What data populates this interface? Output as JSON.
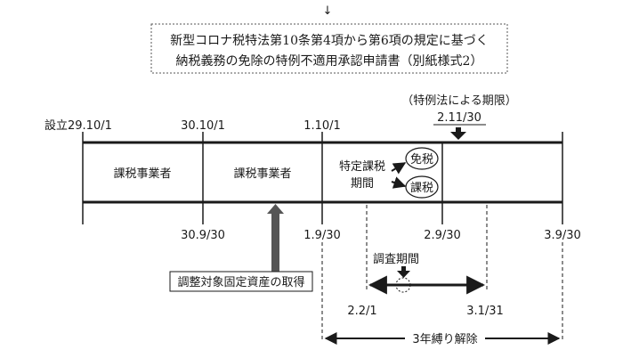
{
  "top_arrow": "↓",
  "header_box": {
    "line1": "新型コロナ税特法第10条第4項から第6項の規定に基づく",
    "line2": "納税義務の免除の特例不適用承認申請書（別紙様式2）"
  },
  "deadline": {
    "label": "（特例法による期限）",
    "date": "2.11/30"
  },
  "timeline_top_labels": {
    "founding": "設立29.10/1",
    "d1": "30.10/1",
    "d2": "1.10/1"
  },
  "segments": {
    "seg1": "課税事業者",
    "seg2": "課税事業者",
    "special_line1": "特定課税",
    "special_line2": "期間",
    "exempt": "免税",
    "taxable": "課税"
  },
  "timeline_bottom_labels": {
    "b1": "30.9/30",
    "b2": "1.9/30",
    "b3": "2.9/30",
    "b4": "3.9/30"
  },
  "asset_box": "調整対象固定資産の取得",
  "survey": {
    "label": "調査期間",
    "start": "2.2/1",
    "end": "3.1/31"
  },
  "release": "3年縛り解除",
  "colors": {
    "line": "#1a1a1a",
    "dashed_border": "#555555",
    "gray_arrow": "#555555"
  }
}
